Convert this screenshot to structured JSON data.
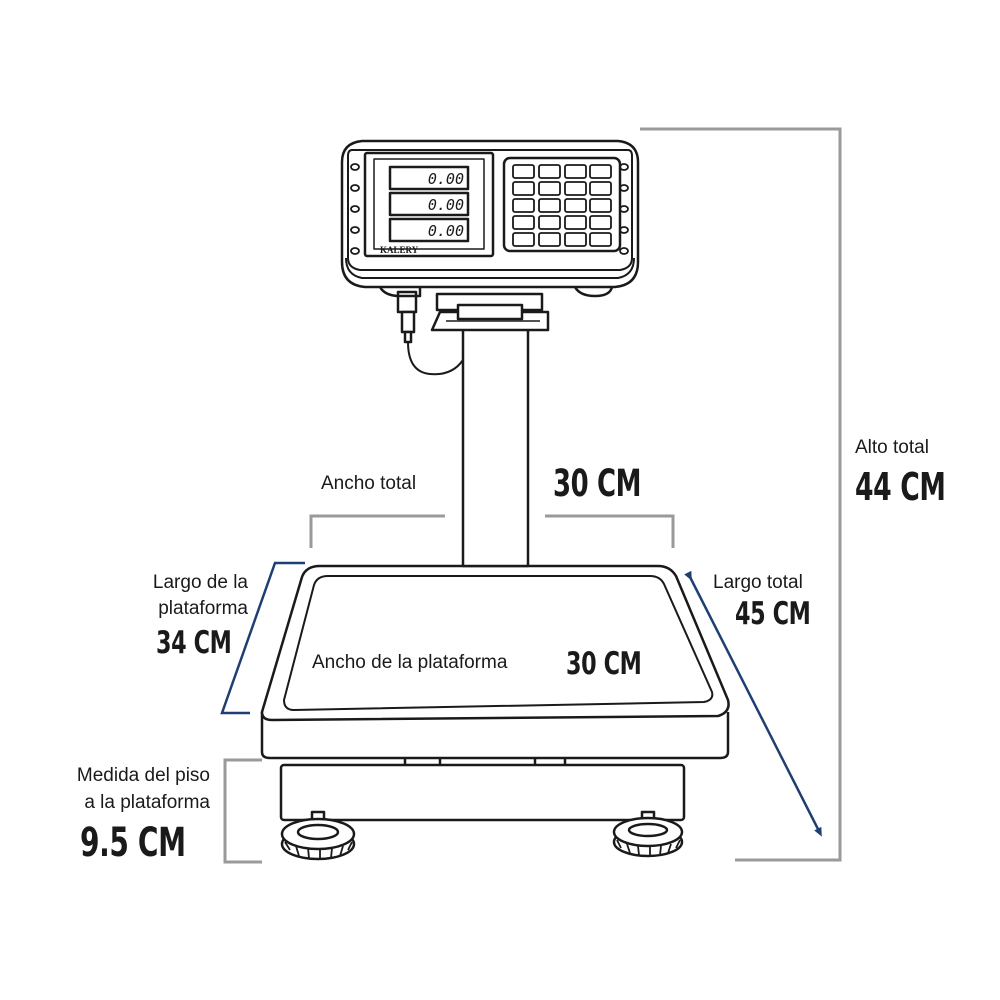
{
  "product": {
    "brand": "KALERY",
    "displays": [
      "0.00",
      "0.00",
      "0.00"
    ]
  },
  "labels": {
    "alto_total_label": "Alto total",
    "alto_total_value": "44 CM",
    "ancho_total_label": "Ancho total",
    "ancho_total_value": "30 CM",
    "largo_total_label": "Largo total",
    "largo_total_value": "45 CM",
    "largo_plataforma_label_1": "Largo de la",
    "largo_plataforma_label_2": "plataforma",
    "largo_plataforma_value": "34 CM",
    "ancho_plataforma_label": "Ancho de la plataforma",
    "ancho_plataforma_value": "30 CM",
    "medida_piso_label_1": "Medida del piso",
    "medida_piso_label_2": "a la plataforma",
    "medida_piso_value": "9.5 CM"
  },
  "colors": {
    "outline": "#1a1a1a",
    "gray_dimension": "#9a9a9a",
    "blue_dimension": "#1f3f73"
  }
}
